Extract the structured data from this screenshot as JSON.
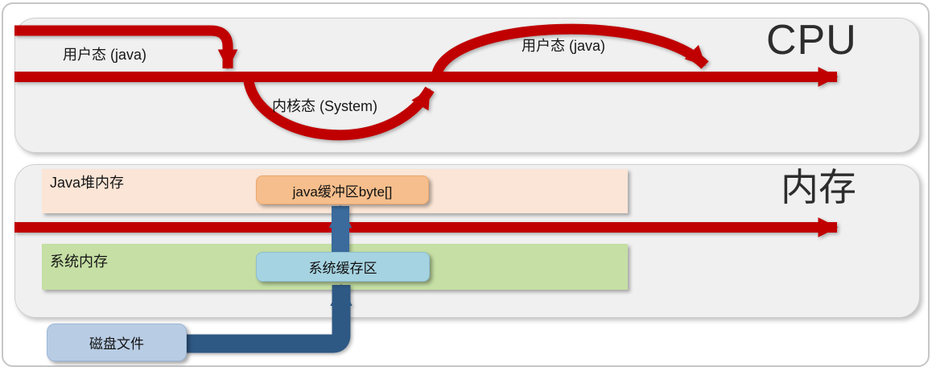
{
  "slide": {
    "cpu": {
      "title": "CPU",
      "user_mode_label_1": "用户态 (java)",
      "kernel_mode_label": "内核态 (System)",
      "user_mode_label_2": "用户态 (java)"
    },
    "memory": {
      "title": "内存",
      "java_heap_band_label": "Java堆内存",
      "java_buffer_box_label": "java缓冲区byte[]",
      "system_memory_band_label": "系统内存",
      "system_cache_box_label": "系统缓存区",
      "disk_file_box_label": "磁盘文件"
    },
    "colors": {
      "arrow_red": "#C00000",
      "connector_blue": "#3A6B9C",
      "connector_dark_blue": "#2E5984",
      "java_heap_band": "#FBE5D6",
      "java_buffer_box": "#F5BE8C",
      "system_memory_band": "#C5DFA4",
      "system_cache_box": "#A6D3E1",
      "disk_file_box": "#B8CCE4",
      "panel_gray": "#F0F0F0",
      "title_text": "#2D2D2D"
    }
  }
}
